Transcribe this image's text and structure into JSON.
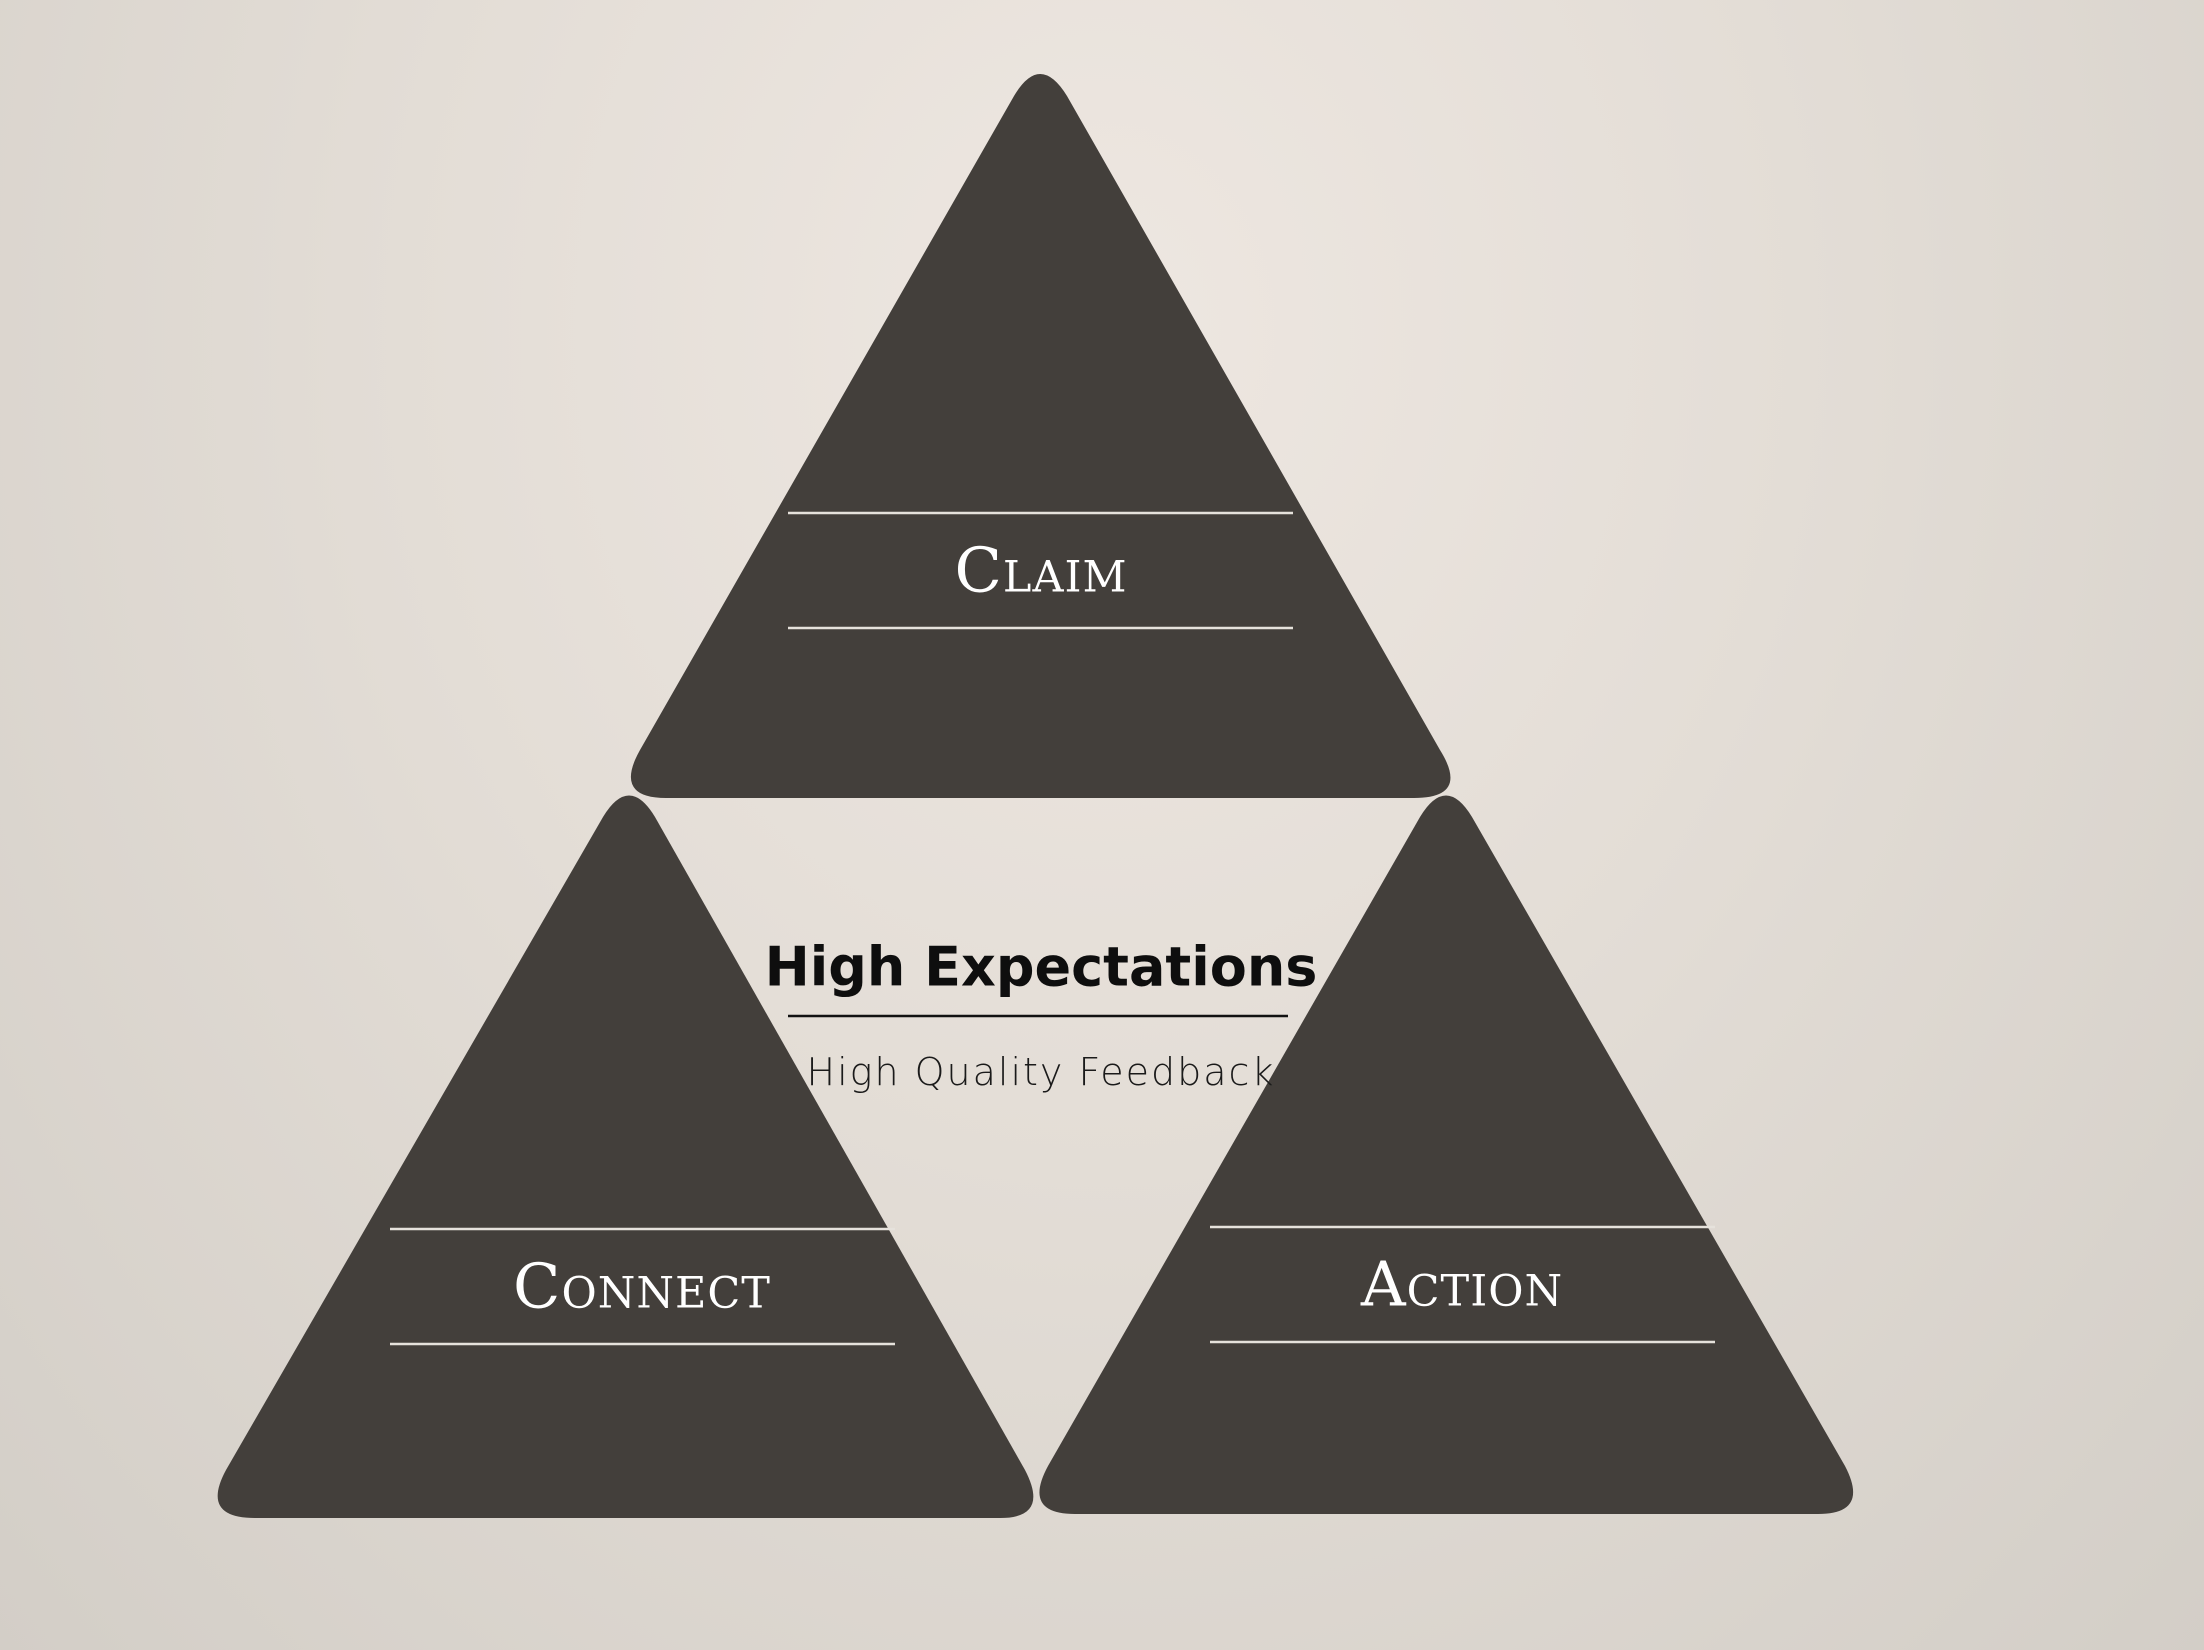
{
  "diagram": {
    "fill_color": "#433f3b",
    "line_color": "#e6e2dc",
    "triangles": [
      {
        "id": "claim",
        "label": "Claim"
      },
      {
        "id": "connect",
        "label": "Connect"
      },
      {
        "id": "action",
        "label": "Action"
      }
    ],
    "center": {
      "title": "High Expectations",
      "subtitle": "High Quality Feedback"
    }
  }
}
